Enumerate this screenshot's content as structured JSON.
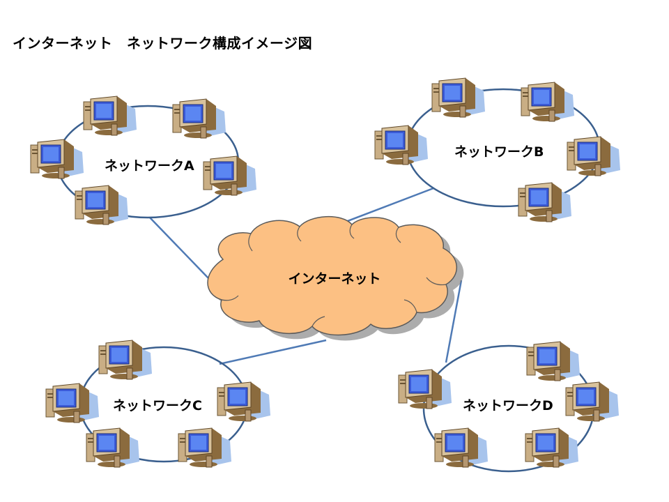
{
  "title": "インターネット　ネットワーク構成イメージ図",
  "internet_label": "インターネット",
  "networks": [
    {
      "id": "A",
      "label": "ネットワークA"
    },
    {
      "id": "B",
      "label": "ネットワークB"
    },
    {
      "id": "C",
      "label": "ネットワークC"
    },
    {
      "id": "D",
      "label": "ネットワークD"
    }
  ],
  "icons": {
    "computer": "desktop-computer-icon",
    "cloud": "cloud-icon"
  },
  "colors": {
    "cloud_fill": "#FCC083",
    "ring_stroke": "#3A5F8E",
    "link_stroke": "#4F7AB5",
    "screen": "#3B5BD9",
    "case": "#C9AE85",
    "shadow": "#A8C4EC"
  }
}
